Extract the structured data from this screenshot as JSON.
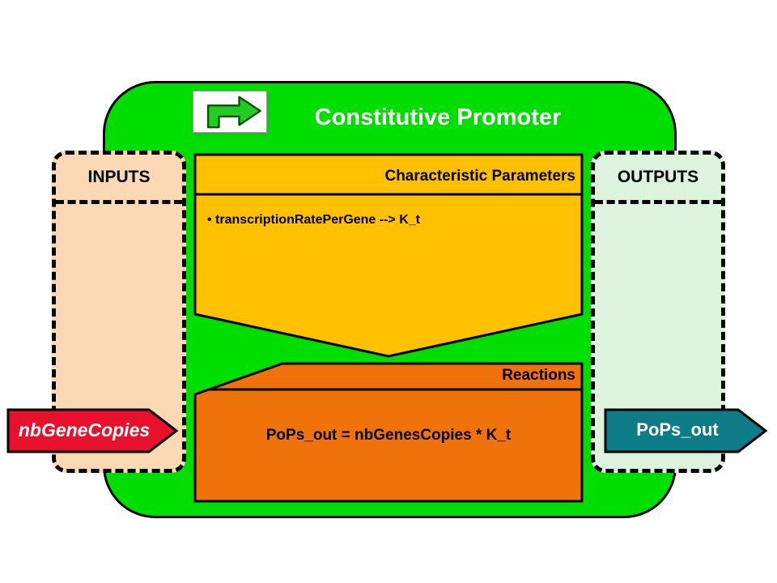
{
  "title": "Constitutive Promoter",
  "icon": {
    "name": "promoter-arrow-icon"
  },
  "inputs_panel": {
    "label": "INPUTS"
  },
  "outputs_panel": {
    "label": "OUTPUTS"
  },
  "parameters_block": {
    "header": "Characteristic Parameters",
    "items": [
      "• transcriptionRatePerGene --> K_t"
    ]
  },
  "reactions_block": {
    "header": "Reactions",
    "equation": "PoPs_out = nbGenesCopies * K_t"
  },
  "input_arrow": {
    "label": "nbGeneCopies"
  },
  "output_arrow": {
    "label": "PoPs_out"
  },
  "colors": {
    "module_green": "#00de00",
    "parameters_yellow": "#ffc000",
    "reactions_orange": "#f0720a",
    "inputs_peach": "#fbd9b5",
    "outputs_light_green": "#ddf3dd",
    "input_arrow_red": "#e8112d",
    "output_arrow_teal": "#0e7c86"
  }
}
